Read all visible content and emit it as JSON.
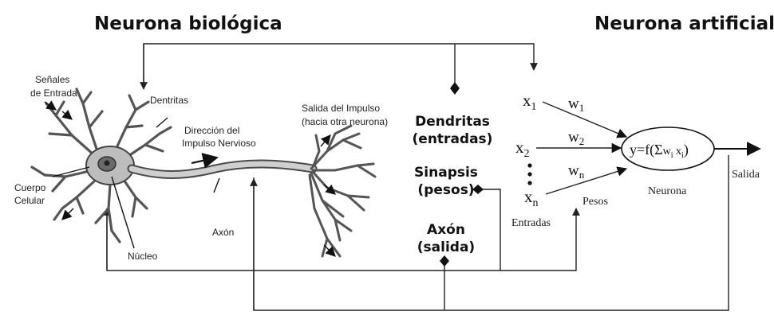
{
  "titles": {
    "left": "Neurona biológica",
    "right": "Neurona artificial"
  },
  "biological_labels": {
    "senales": [
      "Señales",
      "de Entrada"
    ],
    "dentritas": "Dentritas",
    "direccion": [
      "Dirección del",
      "Impulso Nervioso"
    ],
    "salida_impulso": [
      "Salida del Impulso",
      "(hacia otra neurona)"
    ],
    "cuerpo": [
      "Cuerpo",
      "Celular"
    ],
    "axon": "Axón",
    "nucleo": "Núcleo"
  },
  "mapping": {
    "dendritas": [
      "Dendritas",
      "(entradas)"
    ],
    "sinapsis": [
      "Sinapsis",
      "(pesos)"
    ],
    "axon": [
      "Axón",
      "(salida)"
    ]
  },
  "artificial": {
    "inputs": [
      {
        "base": "x",
        "sub": "1"
      },
      {
        "base": "x",
        "sub": "2"
      },
      {
        "base": "x",
        "sub": "n"
      }
    ],
    "weights": [
      {
        "base": "w",
        "sub": "1"
      },
      {
        "base": "w",
        "sub": "2"
      },
      {
        "base": "w",
        "sub": "n"
      }
    ],
    "entradas": "Entradas",
    "pesos": "Pesos",
    "formula": {
      "pre": "y=f(Σ",
      "w": "w",
      "wsub": "i",
      "x": " x",
      "xsub": "i",
      "post": ")"
    },
    "neurona": "Neurona",
    "salida": "Salida"
  },
  "colors": {
    "neuron_fill": "#c9c9c9",
    "neuron_outline": "#4a4a4a",
    "line": "#222222"
  }
}
